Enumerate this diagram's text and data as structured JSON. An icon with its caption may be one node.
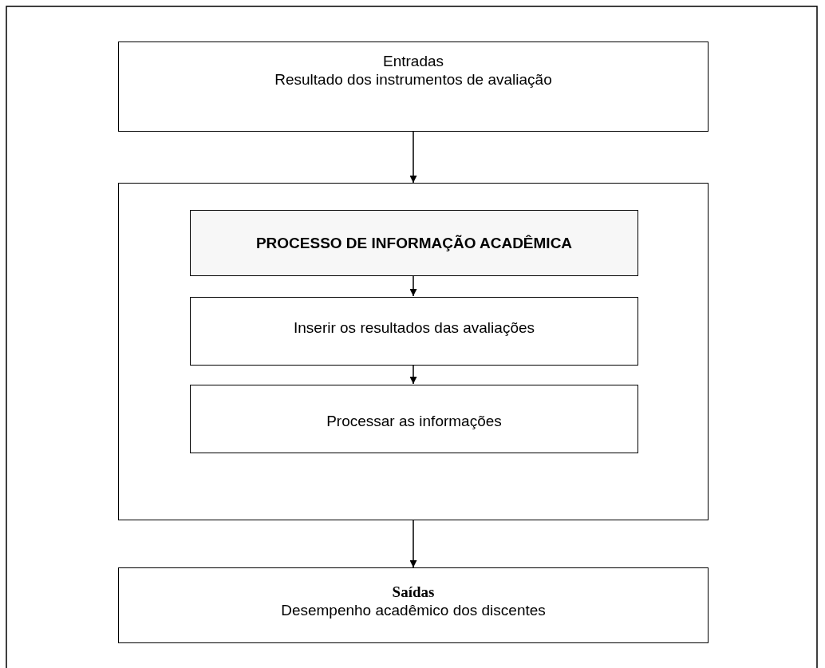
{
  "diagram": {
    "nodes": [
      {
        "text": [
          "Entradas",
          "Resultado dos instrumentos de avaliação"
        ]
      },
      {
        "text": [],
        "shape": "box"
      },
      {
        "text": [
          "PROCESSO DE INFORMAÇÃO ACADÊMICA"
        ],
        "in": 1
      },
      {
        "text": [
          "Inserir os resultados das avaliações"
        ],
        "in": 1
      },
      {
        "text": [
          "Processar as informações"
        ],
        "in": 1
      },
      {
        "text": [
          "Saídas",
          "Desempenho acadêmico dos discentes"
        ]
      }
    ],
    "edges": [
      {
        "from": 0,
        "to": 1,
        "arrow": "to"
      },
      {
        "from": 2,
        "to": 3,
        "arrow": "to"
      },
      {
        "from": 3,
        "to": 4,
        "arrow": "to"
      },
      {
        "from": 1,
        "to": 5,
        "arrow": "to"
      }
    ]
  }
}
